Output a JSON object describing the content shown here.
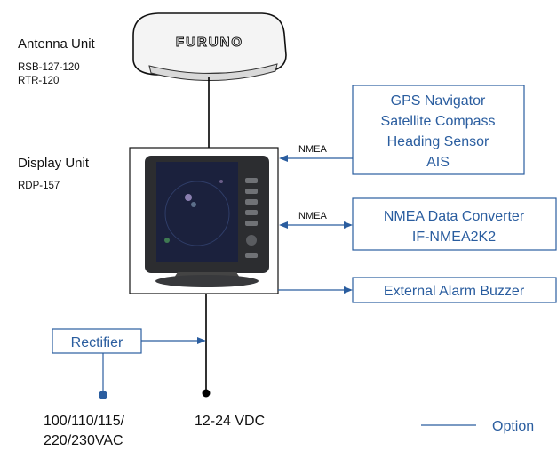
{
  "antenna": {
    "title": "Antenna Unit",
    "models": [
      "RSB-127-120",
      "RTR-120"
    ],
    "brand": "FURUNO"
  },
  "display": {
    "title": "Display Unit",
    "model": "RDP-157"
  },
  "options": {
    "gps_box": [
      "GPS Navigator",
      "Satellite Compass",
      "Heading Sensor",
      "AIS"
    ],
    "nmea_label_1": "NMEA",
    "nmea_converter_box": [
      "NMEA Data Converter",
      "IF-NMEA2K2"
    ],
    "nmea_label_2": "NMEA",
    "alarm_box": "External Alarm Buzzer",
    "rectifier_box": "Rectifier"
  },
  "power": {
    "ac_label": [
      "100/110/115/",
      "220/230VAC"
    ],
    "dc_label": "12-24 VDC"
  },
  "legend": {
    "option_label": "Option"
  },
  "colors": {
    "option_blue": "#2a5d9f",
    "line_black": "#000000"
  }
}
